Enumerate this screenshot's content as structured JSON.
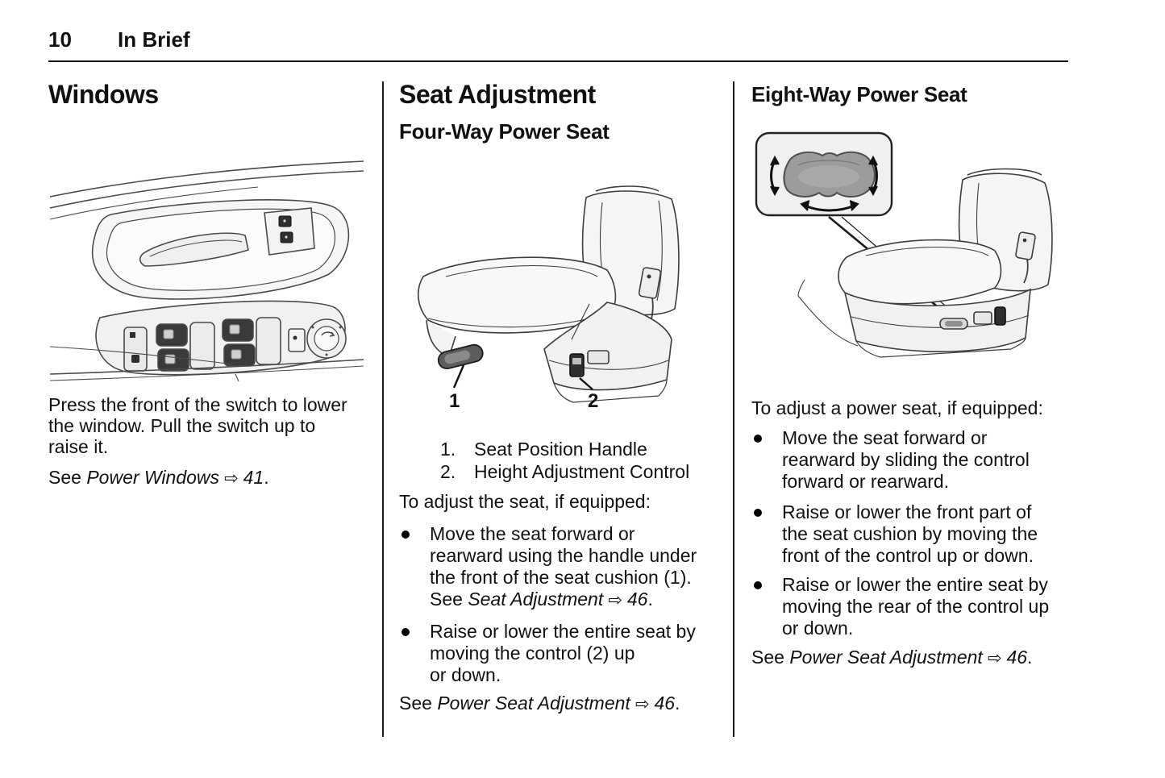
{
  "page": {
    "number": "10",
    "section_title": "In Brief"
  },
  "glyphs": {
    "xref_arrow": "⇨"
  },
  "windows": {
    "title": "Windows",
    "body": "Press the front of the switch to lower\nthe window. Pull the switch up to\nraise it.",
    "see": {
      "prefix": "See ",
      "ref": "Power Windows",
      "page": "41",
      "suffix": "."
    }
  },
  "four_way": {
    "title": "Seat Adjustment",
    "subtitle": "Four-Way Power Seat",
    "callout_1": "1",
    "callout_2": "2",
    "list": [
      {
        "marker": "1.",
        "text": "Seat Position Handle"
      },
      {
        "marker": "2.",
        "text": "Height Adjustment Control"
      }
    ],
    "intro": "To adjust the seat, if equipped:",
    "bullet_1": {
      "text": "Move the seat forward or\nrearward using the handle under\nthe front of the seat cushion (1).\nSee ",
      "ref": "Seat Adjustment",
      "page": "46",
      "suffix": "."
    },
    "bullet_2": "Raise or lower the entire seat by\nmoving the control (2) up\nor down.",
    "see": {
      "prefix": "See ",
      "ref": "Power Seat Adjustment",
      "page": "46",
      "suffix": "."
    }
  },
  "eight_way": {
    "title": "Eight-Way Power Seat",
    "intro": "To adjust a power seat, if equipped:",
    "bullets": [
      "Move the seat forward or\nrearward by sliding the control\nforward or rearward.",
      "Raise or lower the front part of\nthe seat cushion by moving the\nfront of the control up or down.",
      "Raise or lower the entire seat by\nmoving the rear of the control up\nor down."
    ],
    "see": {
      "prefix": "See ",
      "ref": "Power Seat Adjustment",
      "page": "46",
      "suffix": "."
    }
  }
}
